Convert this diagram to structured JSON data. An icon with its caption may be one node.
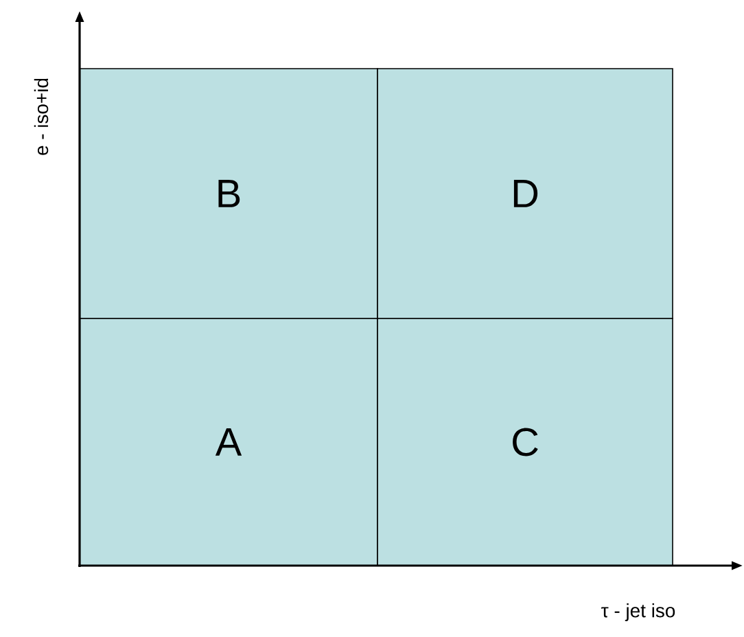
{
  "diagram": {
    "nodes": [
      {
        "text": [
          "B"
        ]
      },
      {
        "text": [
          "D"
        ]
      },
      {
        "text": [
          "A"
        ]
      },
      {
        "text": [
          "C"
        ]
      }
    ],
    "labels": [
      "e - iso+id",
      "τ - jet iso"
    ]
  }
}
